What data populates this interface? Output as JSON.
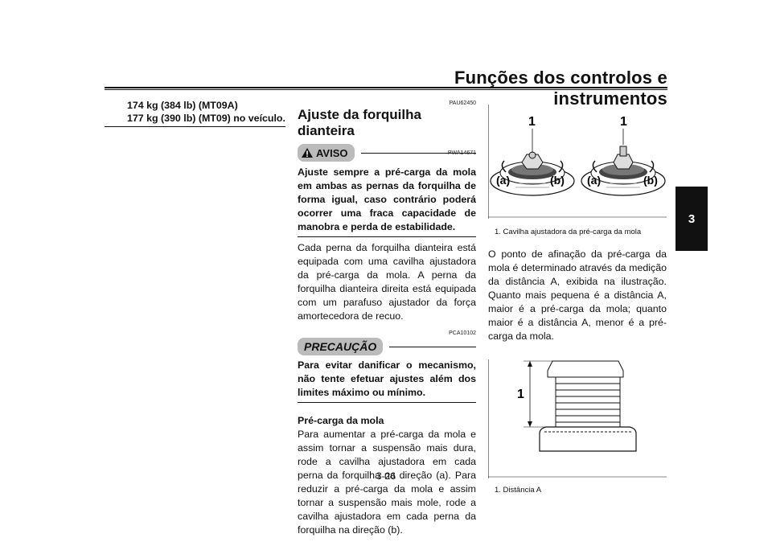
{
  "header": {
    "title": "Funções dos controlos e instrumentos"
  },
  "chapter_tab": "3",
  "left_column": {
    "line1": "174 kg (384 lb) (MT09A)",
    "line2": "177 kg (390 lb) (MT09) no veículo."
  },
  "section": {
    "code": "PAU62450",
    "title": "Ajuste da forquilha dianteira",
    "warning": {
      "code": "PWA14671",
      "label": "AVISO",
      "text": "Ajuste sempre a pré-carga da mola em ambas as pernas da forquilha de forma igual, caso contrário poderá ocorrer uma fraca capacidade de manobra e perda de estabilidade."
    },
    "paragraph1": "Cada perna da forquilha dianteira está equipada com uma cavilha ajustadora da pré-carga da mola. A perna da forquilha dianteira direita está equipada com um parafuso ajustador da força amortecedora de recuo.",
    "caution": {
      "code": "PCA10102",
      "label": "PRECAUÇÃO",
      "text": "Para evitar danificar o mecanismo, não tente efetuar ajustes além dos limites máximo ou mínimo."
    },
    "subheading": "Pré-carga da mola",
    "paragraph2": "Para aumentar a pré-carga da mola e assim tornar a suspensão mais dura, rode a cavilha ajustadora em cada perna da forquilha na direção (a). Para reduzir a pré-carga da mola e assim tornar a suspensão mais mole, rode a cavilha ajustadora em cada perna da forquilha na direção (b)."
  },
  "figure1": {
    "callout_left": "1",
    "callout_right": "1",
    "label_a1": "(a)",
    "label_b1": "(b)",
    "label_a2": "(a)",
    "label_b2": "(b)",
    "caption": "1.  Cavilha ajustadora da pré-carga da mola"
  },
  "right_paragraph": "O ponto de afinação da pré-carga da mola é determinado através da medição da distância A, exibida na ilustração. Quanto mais pequena é a distância A, maior é a pré-carga da mola; quanto maior é a distância A, menor é a pré-carga da mola.",
  "figure2": {
    "callout": "1",
    "caption": "1.  Distância A"
  },
  "page_number": "3-26"
}
